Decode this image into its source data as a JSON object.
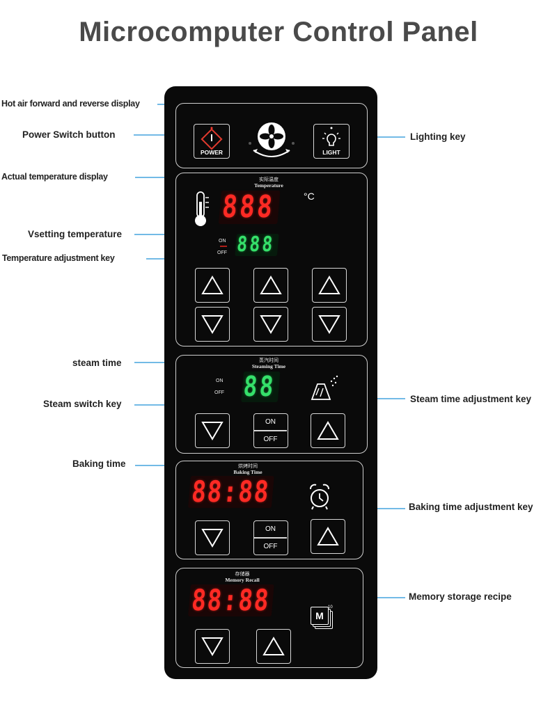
{
  "title": "Microcomputer Control Panel",
  "panel": {
    "power_label": "POWER",
    "light_label": "LIGHT",
    "temperature": {
      "caption_cn": "实际温度",
      "caption_en": "Temperature",
      "actual_display": "888",
      "unit": "°C",
      "on_label": "ON",
      "off_label": "OFF",
      "setting_display": "888"
    },
    "steam": {
      "caption_cn": "蒸汽时间",
      "caption_en": "Steaming Time",
      "on_label": "ON",
      "off_label": "OFF",
      "display": "88",
      "switch_on": "ON",
      "switch_off": "OFF"
    },
    "baking": {
      "caption_cn": "烘烤时间",
      "caption_en": "Baking Time",
      "display": "88:88",
      "switch_on": "ON",
      "switch_off": "OFF"
    },
    "memory": {
      "caption_cn": "存储器",
      "caption_en": "Memory Recall",
      "display": "88:88",
      "icon_letter": "M",
      "icon_sup": "10"
    }
  },
  "annotations": {
    "hot_air": "Hot air forward and reverse display",
    "power_switch": "Power Switch button",
    "lighting": "Lighting key",
    "actual_temp": "Actual temperature display",
    "setting_temp": "Vsetting temperature",
    "temp_adjust": "Temperature adjustment key",
    "steam_time": "steam time",
    "steam_switch": "Steam switch key",
    "steam_adjust": "Steam time adjustment key",
    "baking_time": "Baking time",
    "baking_adjust": "Baking time adjustment key",
    "memory": "Memory storage recipe"
  },
  "colors": {
    "panel": "#0a0a0a",
    "led_red": "#ff2a24",
    "led_green": "#35e06a",
    "power_red": "#e23a2e",
    "leader_line": "#1e90d6"
  }
}
